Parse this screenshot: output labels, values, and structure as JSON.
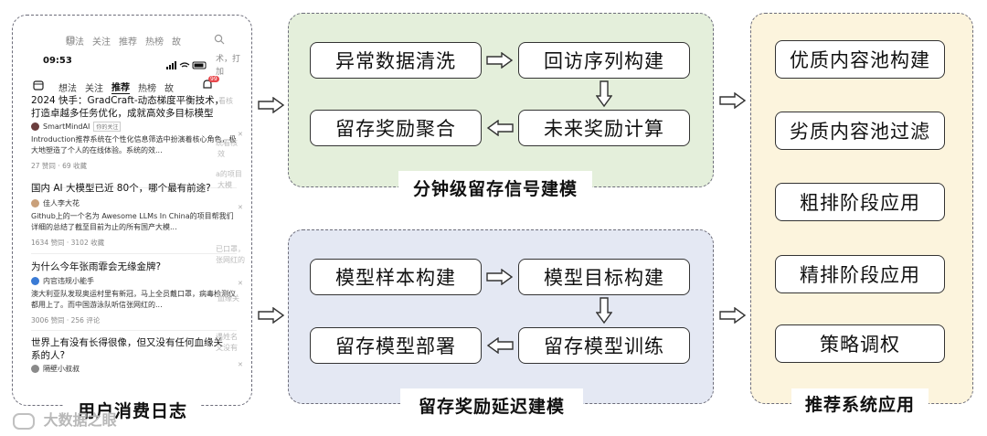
{
  "phone": {
    "top_tabs": [
      "想法",
      "关注",
      "推荐",
      "热榜",
      "故"
    ],
    "ghost_right": [
      "术，打",
      "加"
    ],
    "time": "09:53",
    "tabs": [
      "想法",
      "关注",
      "推荐",
      "热榜",
      "故"
    ],
    "badge": "99",
    "feed": [
      {
        "title": "2024 快手：GradCraft-动态梯度平衡技术，打造卓越多任务优化，成就高效多目标模型",
        "author": "SmartMindAI",
        "tag": "你的关注",
        "excerpt": "Introduction推荐系统在个性化信息筛选中扮演着核心角色，极大地塑造了个人的在线体验。系统的效...",
        "stats": "27 赞同 · 69 收藏"
      },
      {
        "title": "国内 AI 大模型已近 80个，哪个最有前途?",
        "author": "佳人李大花",
        "tag": "",
        "excerpt": "Github上的一个名为 Awesome LLMs In China的项目帮我们详细的总结了截至目前为止的所有国产大模...",
        "stats": "1634 赞同 · 3102 收藏"
      },
      {
        "title": "为什么今年张雨霏会无缘金牌?",
        "author": "内官违规小能手",
        "tag": "",
        "excerpt": "澳大利亚队发现奥运村里有新冠，马上全员戴口罩，病毒检测仪都用上了。而中国游泳队听信张网红的...",
        "stats": "3006 赞同 · 256 评论"
      },
      {
        "title": "世界上有没有长得很像，但又没有任何血缘关系的人?",
        "author": "隔壁小叔叔",
        "tag": "",
        "excerpt": "",
        "stats": ""
      }
    ],
    "ghost_texts": [
      "看核",
      "统看核",
      "效",
      "a的项目",
      "大模",
      "已口罩，",
      "张网红的",
      "血缘关",
      "遇姓名",
      "又没有"
    ]
  },
  "labels": {
    "left_panel": "用户消费日志",
    "top_panel": "分钟级留存信号建模",
    "bottom_panel": "留存奖励延迟建模",
    "right_panel": "推荐系统应用"
  },
  "top_boxes": [
    "异常数据清洗",
    "回访序列构建",
    "留存奖励聚合",
    "未来奖励计算"
  ],
  "bottom_boxes": [
    "模型样本构建",
    "模型目标构建",
    "留存模型部署",
    "留存模型训练"
  ],
  "right_boxes": [
    "优质内容池构建",
    "劣质内容池过滤",
    "粗排阶段应用",
    "精排阶段应用",
    "策略调权"
  ],
  "watermark": "大数据之眼",
  "colors": {
    "top_panel_bg": "#e4efdb",
    "bottom_panel_bg": "#e4e8f3",
    "right_panel_bg": "#fcf4dd",
    "badge": "#e8474b"
  }
}
